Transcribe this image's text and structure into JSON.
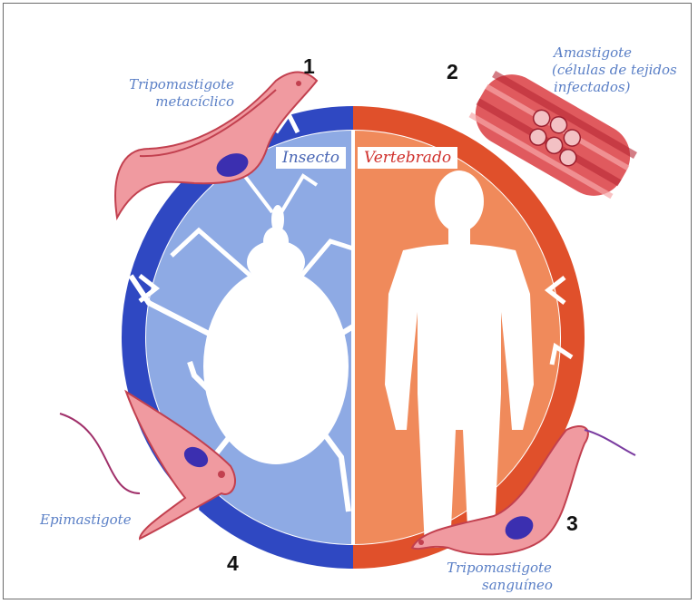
{
  "labels": {
    "tripo_meta_line1": "Tripomastigote",
    "tripo_meta_line2": "metacíclico",
    "amastigote_line1": "Amastigote",
    "amastigote_line2": "(células de tejidos",
    "amastigote_line3": "infectados)",
    "epimastigote": "Epimastigote",
    "tripo_sang_line1": "Tripomastigote",
    "tripo_sang_line2": "sanguíneo",
    "insecto": "Insecto",
    "vertebrado": "Vertebrado"
  },
  "stages": [
    "1",
    "2",
    "3",
    "4"
  ],
  "colors": {
    "blue_ring": "#2f48c2",
    "blue_fill": "#8eaae4",
    "orange_ring": "#e0502b",
    "orange_fill": "#f08a5b",
    "label_blue": "#5a7fc6",
    "vertebrado_text": "#d0312d",
    "insecto_text": "#4a67b5",
    "parasite_fill": "#f09aa0",
    "parasite_edge": "#c2404f",
    "nucleus": "#3b2fb0",
    "tissue": "#c9302f"
  }
}
